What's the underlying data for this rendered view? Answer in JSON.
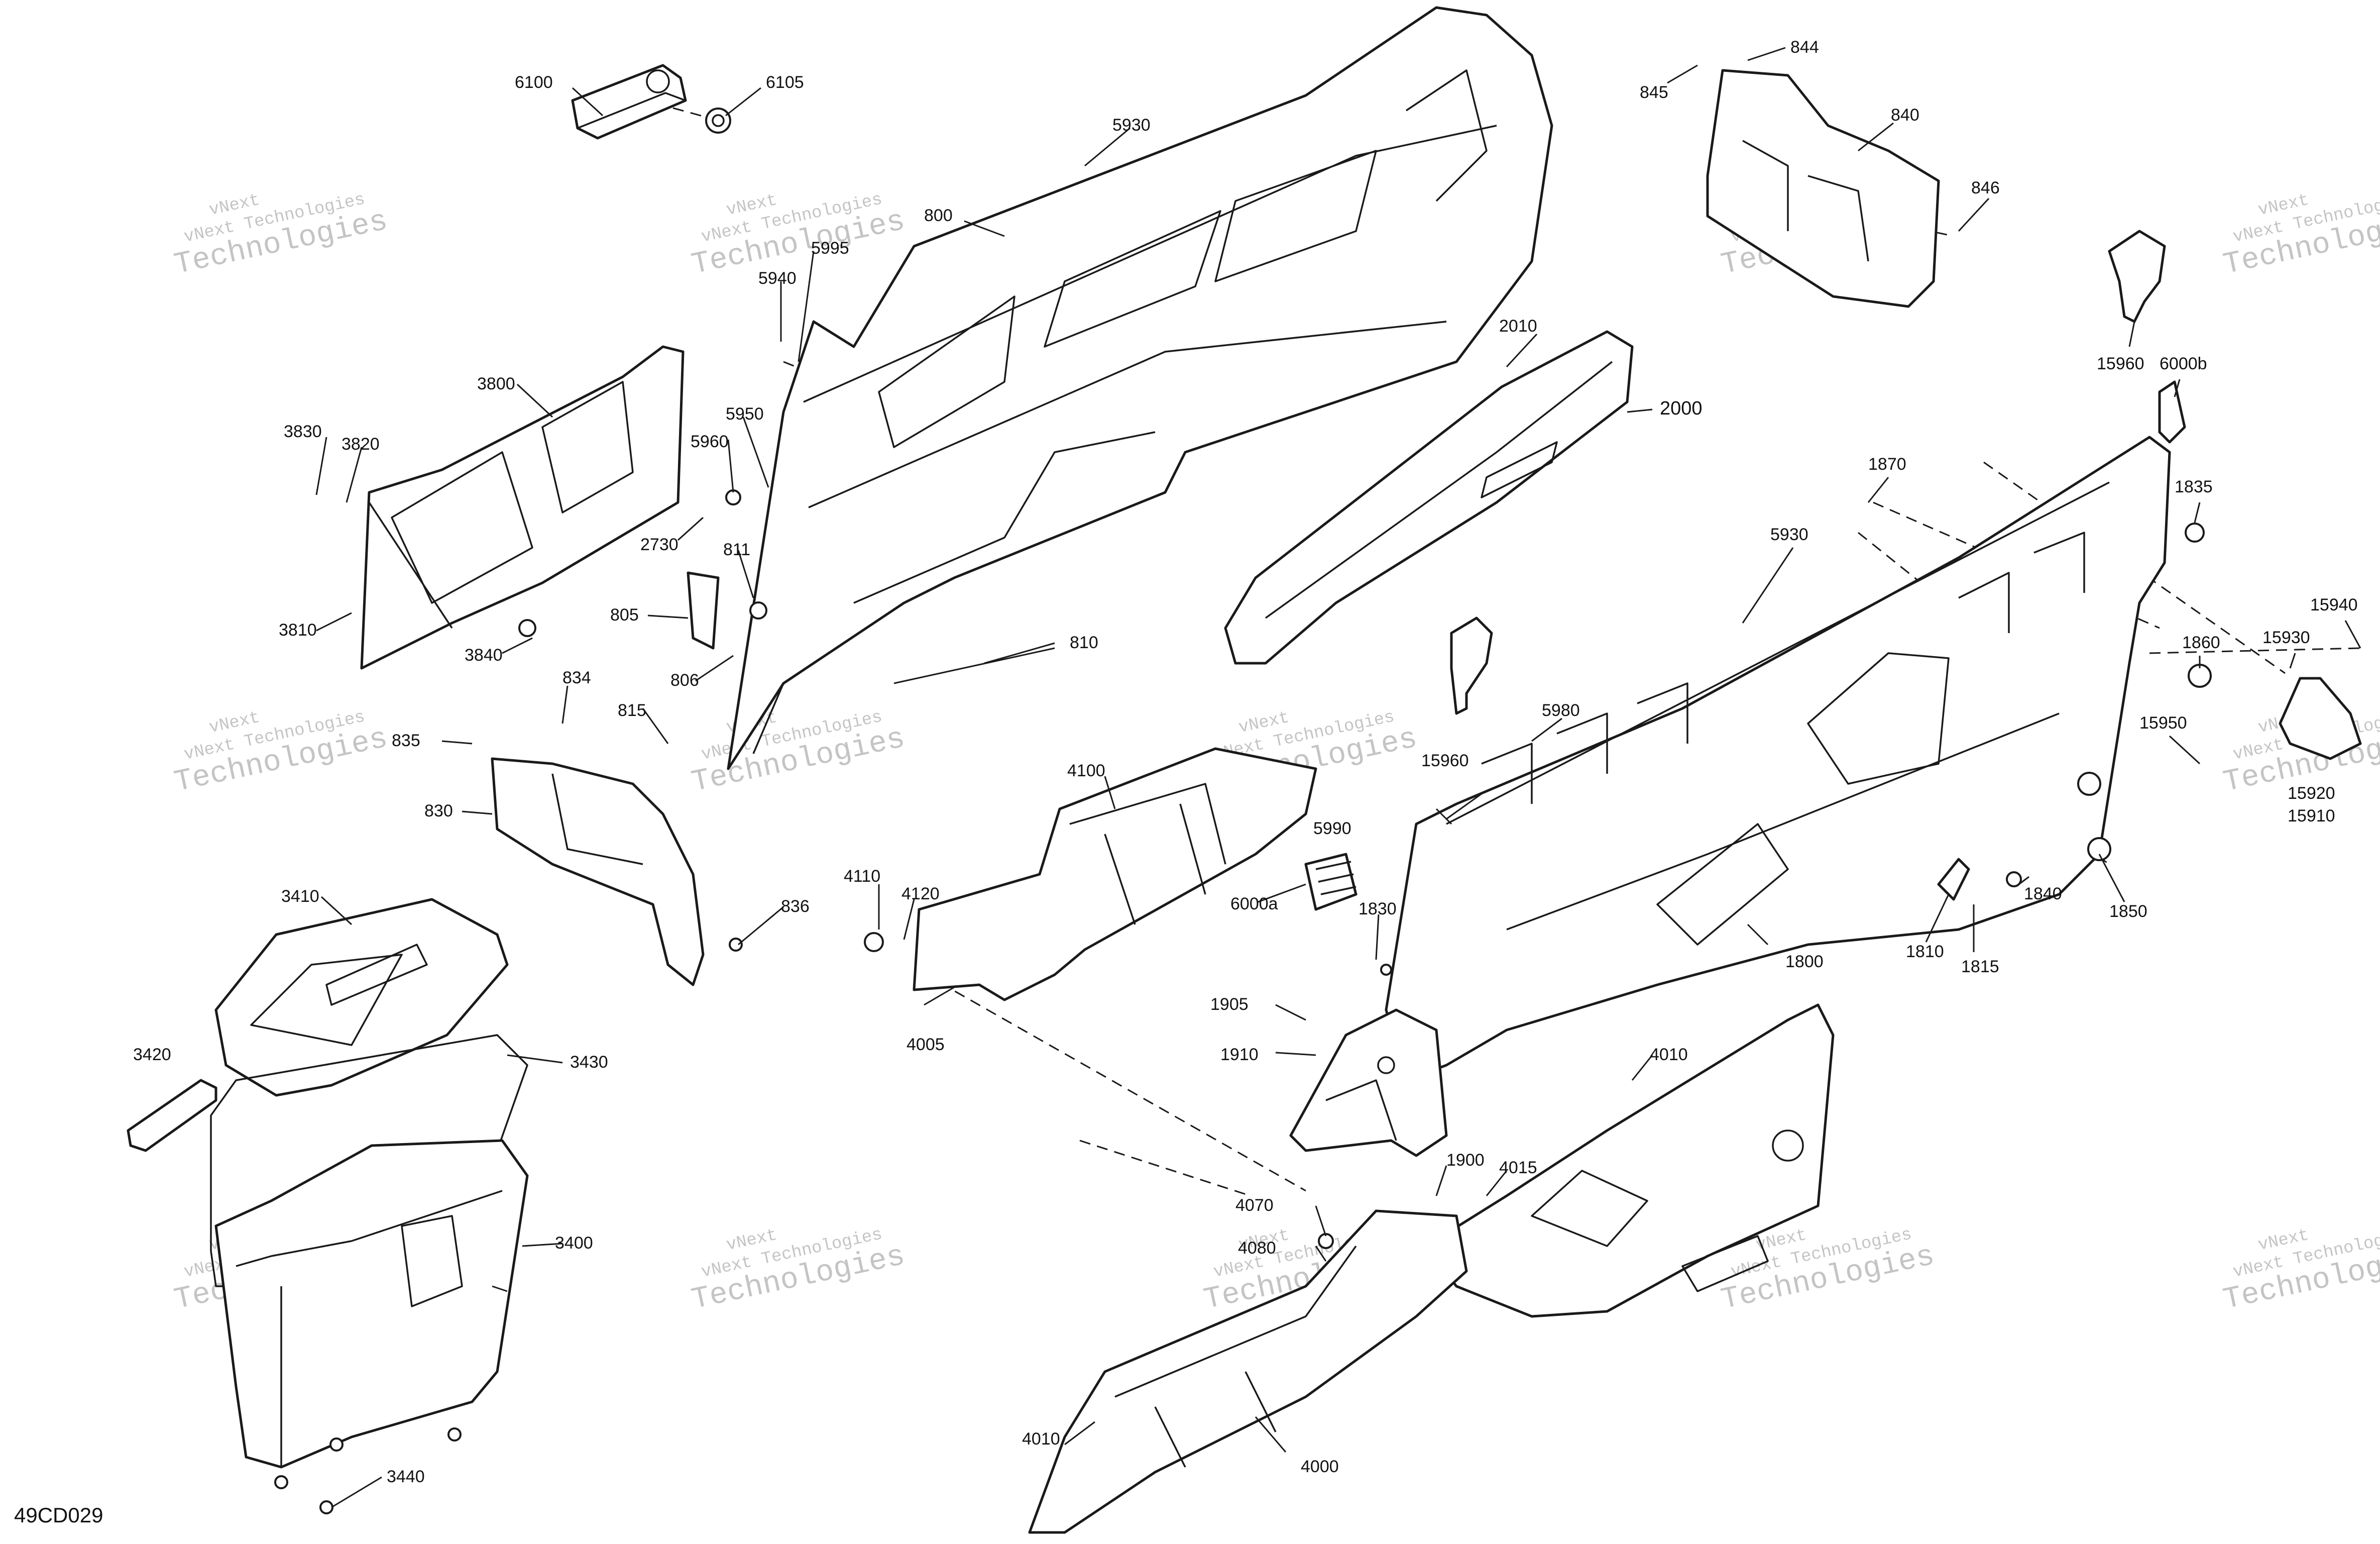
{
  "diagram_code": "49CD029",
  "watermark": {
    "line1": "vNext",
    "line2": "vNext Technologies",
    "line3": "Technologies"
  },
  "callouts": [
    {
      "id": "c6100",
      "text": "6100"
    },
    {
      "id": "c6105",
      "text": "6105"
    },
    {
      "id": "c5930a",
      "text": "5930"
    },
    {
      "id": "c800",
      "text": "800"
    },
    {
      "id": "c5940a",
      "text": "5940"
    },
    {
      "id": "c5995",
      "text": "5995"
    },
    {
      "id": "c3800",
      "text": "3800"
    },
    {
      "id": "c3830",
      "text": "3830"
    },
    {
      "id": "c3820",
      "text": "3820"
    },
    {
      "id": "c5950",
      "text": "5950"
    },
    {
      "id": "c5960",
      "text": "5960"
    },
    {
      "id": "c2730",
      "text": "2730"
    },
    {
      "id": "c811",
      "text": "811"
    },
    {
      "id": "c805",
      "text": "805"
    },
    {
      "id": "c806",
      "text": "806"
    },
    {
      "id": "c810",
      "text": "810"
    },
    {
      "id": "c3810",
      "text": "3810"
    },
    {
      "id": "c3840",
      "text": "3840"
    },
    {
      "id": "c834",
      "text": "834"
    },
    {
      "id": "c835",
      "text": "835"
    },
    {
      "id": "c815",
      "text": "815"
    },
    {
      "id": "c830",
      "text": "830"
    },
    {
      "id": "c836",
      "text": "836"
    },
    {
      "id": "c3410",
      "text": "3410"
    },
    {
      "id": "c3420",
      "text": "3420"
    },
    {
      "id": "c3430",
      "text": "3430"
    },
    {
      "id": "c3400",
      "text": "3400"
    },
    {
      "id": "c3440",
      "text": "3440"
    },
    {
      "id": "c4100",
      "text": "4100"
    },
    {
      "id": "c4110",
      "text": "4110"
    },
    {
      "id": "c4120",
      "text": "4120"
    },
    {
      "id": "c4005",
      "text": "4005"
    },
    {
      "id": "c6000a",
      "text": "6000a"
    },
    {
      "id": "c1830",
      "text": "1830"
    },
    {
      "id": "c1905",
      "text": "1905"
    },
    {
      "id": "c1910",
      "text": "1910"
    },
    {
      "id": "c1900",
      "text": "1900"
    },
    {
      "id": "c4015",
      "text": "4015"
    },
    {
      "id": "c4010a",
      "text": "4010"
    },
    {
      "id": "c4070",
      "text": "4070"
    },
    {
      "id": "c4080",
      "text": "4080"
    },
    {
      "id": "c4010b",
      "text": "4010"
    },
    {
      "id": "c4000",
      "text": "4000"
    },
    {
      "id": "c844",
      "text": "844"
    },
    {
      "id": "c845",
      "text": "845"
    },
    {
      "id": "c840",
      "text": "840"
    },
    {
      "id": "c846",
      "text": "846"
    },
    {
      "id": "c2010",
      "text": "2010"
    },
    {
      "id": "c2000",
      "text": "2000"
    },
    {
      "id": "c15960a",
      "text": "15960"
    },
    {
      "id": "c6000b",
      "text": "6000b"
    },
    {
      "id": "c1870",
      "text": "1870"
    },
    {
      "id": "c1835",
      "text": "1835"
    },
    {
      "id": "c5930b",
      "text": "5930"
    },
    {
      "id": "c1860",
      "text": "1860"
    },
    {
      "id": "c15930",
      "text": "15930"
    },
    {
      "id": "c15940",
      "text": "15940"
    },
    {
      "id": "c15950",
      "text": "15950"
    },
    {
      "id": "c15920",
      "text": "15920"
    },
    {
      "id": "c15910",
      "text": "15910"
    },
    {
      "id": "c5980",
      "text": "5980"
    },
    {
      "id": "c15960b",
      "text": "15960"
    },
    {
      "id": "c5990",
      "text": "5990"
    },
    {
      "id": "c1840",
      "text": "1840"
    },
    {
      "id": "c1850",
      "text": "1850"
    },
    {
      "id": "c1800",
      "text": "1800"
    },
    {
      "id": "c1810",
      "text": "1810"
    },
    {
      "id": "c1815",
      "text": "1815"
    }
  ]
}
